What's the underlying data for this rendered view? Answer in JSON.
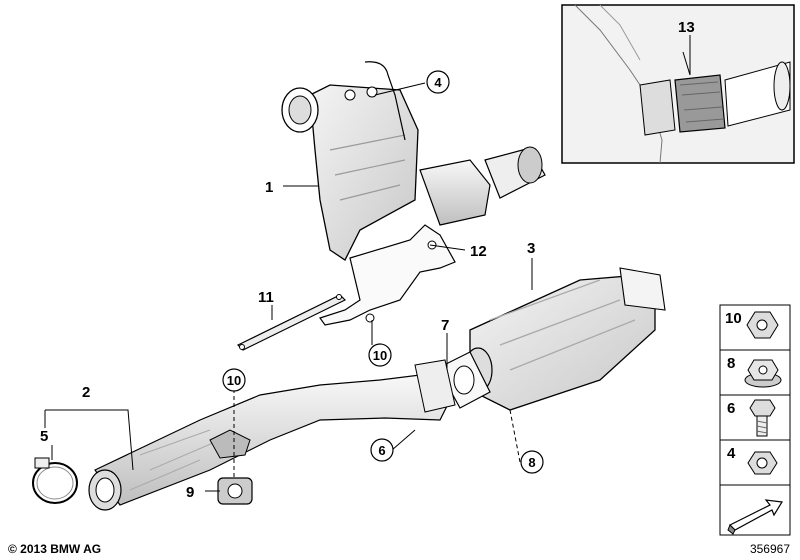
{
  "footer": {
    "copyright": "© 2013 BMW AG",
    "doc_number": "356967"
  },
  "callouts": {
    "c1": "1",
    "c2": "2",
    "c3": "3",
    "c4": "4",
    "c5": "5",
    "c6": "6",
    "c7": "7",
    "c8": "8",
    "c9": "9",
    "c10a": "10",
    "c10b": "10",
    "c11": "11",
    "c12": "12",
    "c13": "13"
  },
  "hardware_legend": [
    "10",
    "8",
    "6",
    "4"
  ],
  "colors": {
    "line": "#000000",
    "part_fill": "#e6e6e6",
    "part_shade": "#bdbdbd",
    "inset_bg": "#f2f2f2"
  }
}
